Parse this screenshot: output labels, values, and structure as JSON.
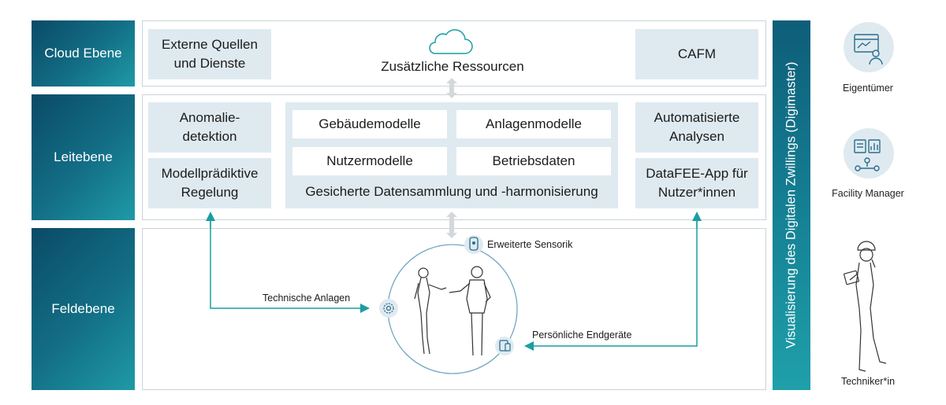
{
  "levels": {
    "cloud": "Cloud Ebene",
    "leit": "Leitebene",
    "feld": "Feldebene"
  },
  "cloud": {
    "externe": "Externe Quellen\nund Dienste",
    "ressourcen": "Zusätzliche Ressourcen",
    "cafm": "CAFM"
  },
  "leit": {
    "anomalie": "Anomalie-\ndetektion",
    "modell": "Modellprädiktive\nRegelung",
    "gebaeude": "Gebäudemodelle",
    "anlagen": "Anlagenmodelle",
    "nutzer": "Nutzermodelle",
    "betrieb": "Betriebsdaten",
    "datensammlung": "Gesicherte Datensammlung und -harmonisierung",
    "automatisierte": "Automatisierte\nAnalysen",
    "datafee": "DataFEE-App für\nNutzer*innen"
  },
  "feld": {
    "sensorik": "Erweiterte Sensorik",
    "anlagen": "Technische Anlagen",
    "endgeraete": "Persönliche Endgeräte"
  },
  "vertical_label": "Visualisierung des Digitalen Zwillings (Digimaster)",
  "roles": {
    "eigentuemer": "Eigentümer",
    "facility": "Facility Manager",
    "techniker": "Techniker*in"
  },
  "colors": {
    "teal_dark": "#0a4a67",
    "teal_light": "#1f9aa7",
    "box_fill": "#dfeaf0",
    "arrow": "#1a9ea2",
    "connector": "#d4d8db"
  },
  "icons": [
    "cloud-icon",
    "sensor-icon",
    "gear-icon",
    "device-icon",
    "dashboard-person-icon",
    "dashboard-network-icon",
    "people-talking-icon",
    "technician-icon"
  ]
}
